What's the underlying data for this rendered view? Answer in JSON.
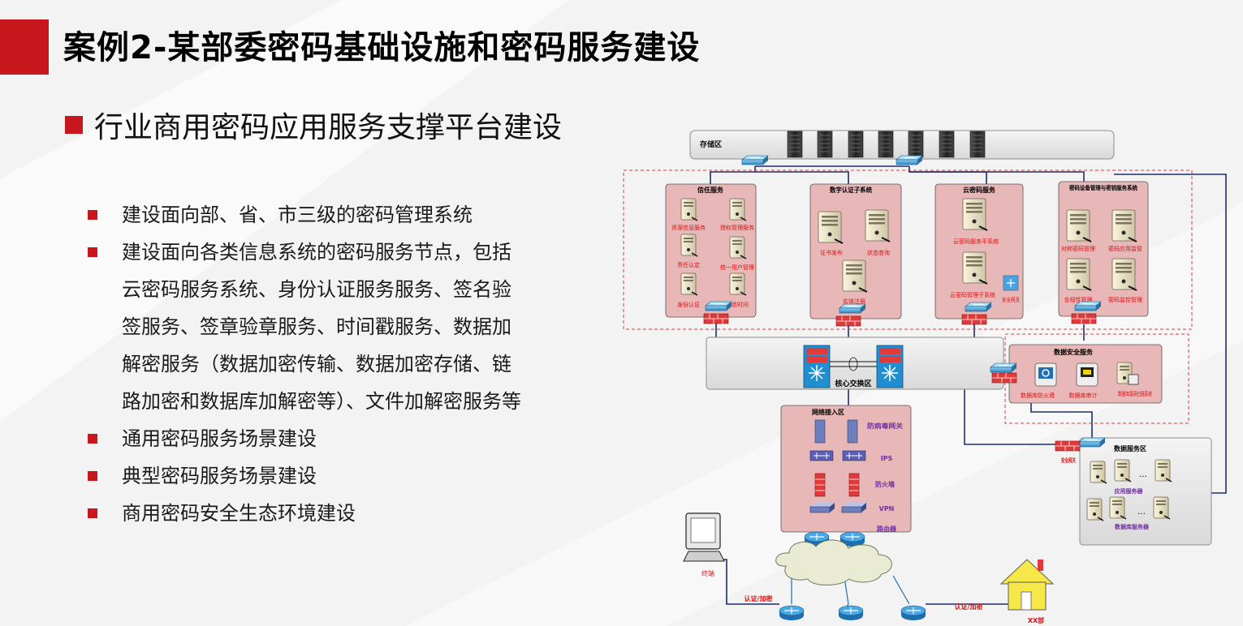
{
  "slide": {
    "title": "案例2-某部委密码基础设施和密码服务建设",
    "subtitle": "行业商用密码应用服务支撑平台建设",
    "bullets": [
      "建设面向部、省、市三级的密码管理系统",
      "建设面向各类信息系统的密码服务节点，包括云密码服务系统、身份认证服务服务、签名验签服务、签章验章服务、时间戳服务、数据加解密服务（数据加密传输、数据加密存储、链路加密和数据库加解密等）、文件加解密服务等",
      "通用密码服务场景建设",
      "典型密码服务场景建设",
      "商用密码安全生态环境建设"
    ]
  },
  "diagram": {
    "storage": {
      "title": "存储区"
    },
    "trust": {
      "title": "信任服务",
      "items": [
        "资源信息服务",
        "授权管理服务",
        "责任认定",
        "统一用户管理",
        "身份认证",
        "可信时间"
      ]
    },
    "cert": {
      "title": "数字认证子系统",
      "items": [
        "证书发布",
        "状态查询",
        "实体注册"
      ]
    },
    "cloud": {
      "title": "云密码服务",
      "items": [
        "云密码服务平系统",
        "云密码管理子系统",
        "安全网关"
      ]
    },
    "keymgmt": {
      "title": "密码设备管理与密钥服务系统",
      "items": [
        "对称密码管理",
        "密码应用监管",
        "合规性管理",
        "密码监控管理"
      ]
    },
    "core": {
      "title": "核心交换区"
    },
    "datasec": {
      "title": "数据安全服务",
      "items": [
        "数据库防火墙",
        "数据库审计",
        "数据库漏洞扫描系统"
      ]
    },
    "access": {
      "title": "网络接入区",
      "items": [
        "防病毒网关",
        "IPS",
        "防火墙",
        "VPN",
        "路由器"
      ]
    },
    "dataserver": {
      "title": "数据服务区",
      "gateway": "安全网关",
      "items": [
        "应用服务器",
        "数据库服务器"
      ],
      "dots": "…"
    },
    "bottom": {
      "terminal": "终端",
      "auth1": "认证/加密",
      "auth2": "认证/加密",
      "ministry": "XX部"
    }
  }
}
